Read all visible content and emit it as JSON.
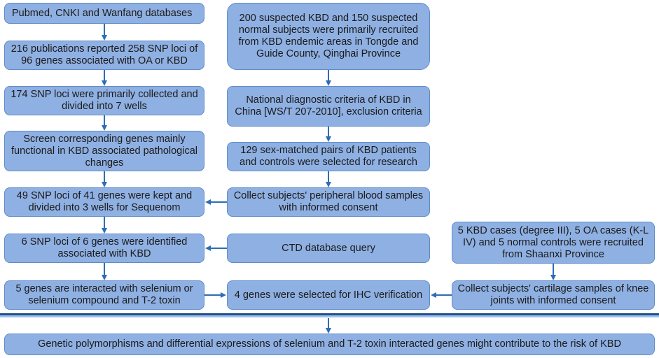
{
  "boxes": {
    "databases": "Pubmed, CNKI and Wanfang databases",
    "publications": "216 publications reported 258 SNP loci of 96 genes associated with OA or KBD",
    "snp174": "174 SNP loci were primarily collected and divided into 7 wells",
    "screen": "Screen corresponding genes mainly functional in KBD associated pathological changes",
    "snp49": "49 SNP loci of 41 genes were kept and divided into 3 wells for Sequenom",
    "snp6": "6 SNP loci of 6 genes were identified associated with KBD",
    "genes5": "5 genes are interacted with selenium or selenium compound and T-2 toxin",
    "recruited": "200 suspected KBD and 150 suspected normal subjects were primarily recruited from KBD endemic areas in Tongde and Guide County, Qinghai Province",
    "criteria": "National diagnostic criteria of KBD in China [WS/T 207-2010], exclusion criteria",
    "pairs129": "129 sex-matched pairs of KBD patients and controls were selected for research",
    "blood": "Collect subjects' peripheral blood samples with informed consent",
    "ctd": "CTD database query",
    "ihc": "4 genes were selected for IHC verification",
    "cases": "5 KBD cases (degree III), 5 OA cases (K-L IV) and 5 normal controls were recruited from Shaanxi Province",
    "cartilage": "Collect subjects' cartilage samples of knee joints with informed consent",
    "conclusion": "Genetic polymorphisms and differential expressions of selenium and T-2 toxin interacted genes might contribute to the risk of KBD"
  },
  "colors": {
    "box_fill": "#8fb0e2",
    "box_border": "#5f8cc9",
    "arrow": "#2e6db4",
    "divider_dark": "#1f4e8c",
    "divider_light": "#9dc3ea"
  }
}
